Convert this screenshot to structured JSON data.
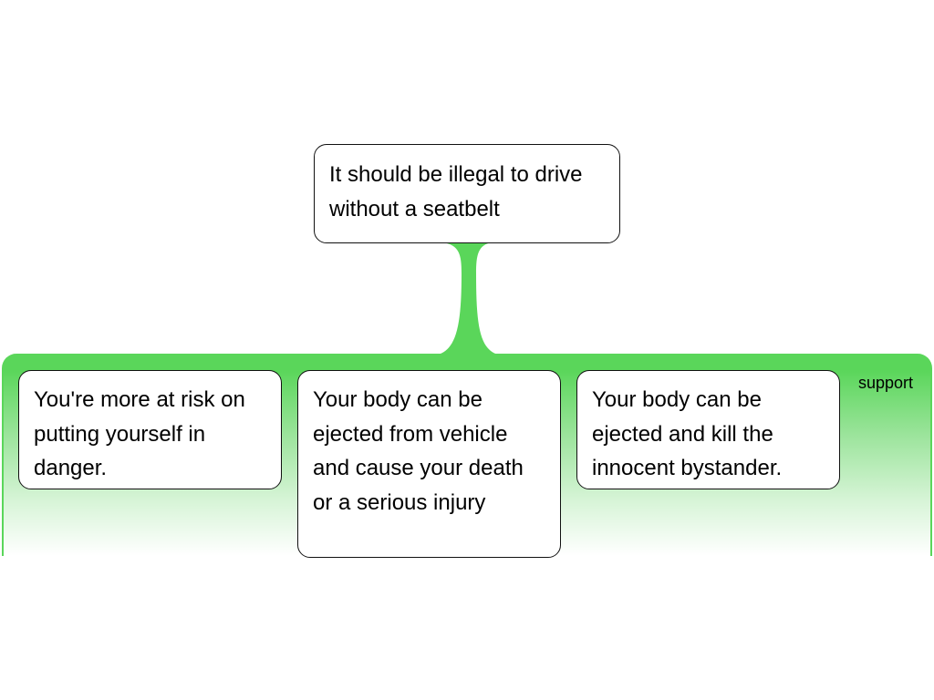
{
  "diagram": {
    "claim": "It should be illegal to drive without a seatbelt",
    "relation_label": "support",
    "reasons": [
      "You're more at risk on putting yourself in danger.",
      "Your body can be ejected from vehicle and cause your death or a serious injury",
      "Your body can be ejected and kill the innocent bystander."
    ],
    "colors": {
      "support": "#5ad65a"
    }
  }
}
